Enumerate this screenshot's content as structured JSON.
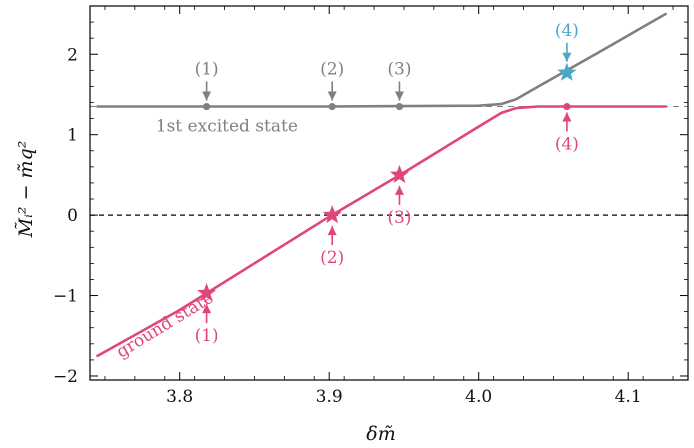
{
  "colors": {
    "ground": "#e0457b",
    "excited": "#808080",
    "highlight": "#4ba6c7",
    "frame": "#000000",
    "refline": "#000000"
  },
  "chart_data": {
    "type": "line",
    "xlabel": "δm̃",
    "ylabel": "M̃ᵢ² − m̃q²",
    "xlim": [
      3.74,
      4.14
    ],
    "ylim": [
      -2.05,
      2.6
    ],
    "xticks": [
      {
        "value": 3.8,
        "label": "3.8"
      },
      {
        "value": 3.9,
        "label": "3.9"
      },
      {
        "value": 4.0,
        "label": "4.0"
      },
      {
        "value": 4.1,
        "label": "4.1"
      }
    ],
    "yticks": [
      {
        "value": -2,
        "label": "−2"
      },
      {
        "value": -1,
        "label": "−1"
      },
      {
        "value": 0,
        "label": "0"
      },
      {
        "value": 1,
        "label": "1"
      },
      {
        "value": 2,
        "label": "2"
      }
    ],
    "series": [
      {
        "name": "ground state",
        "x": [
          3.745,
          3.8,
          3.9,
          3.95,
          4.0,
          4.015,
          4.025,
          4.04,
          4.08,
          4.125
        ],
        "y": [
          -1.75,
          -1.18,
          -0.02,
          0.53,
          1.1,
          1.27,
          1.33,
          1.35,
          1.35,
          1.35
        ]
      },
      {
        "name": "1st excited state",
        "x": [
          3.745,
          3.9,
          4.0,
          4.015,
          4.025,
          4.04,
          4.08,
          4.125
        ],
        "y": [
          1.35,
          1.35,
          1.36,
          1.38,
          1.44,
          1.6,
          2.02,
          2.5
        ]
      }
    ],
    "reference_lines": [
      {
        "y": 0
      },
      {
        "y": 1.35
      }
    ],
    "markers": [
      {
        "series": "ground state",
        "x": 3.818,
        "y": -0.97,
        "shape": "star",
        "label": "(1)",
        "arrow": "below"
      },
      {
        "series": "ground state",
        "x": 3.902,
        "y": 0.0,
        "shape": "star",
        "label": "(2)",
        "arrow": "below"
      },
      {
        "series": "ground state",
        "x": 3.947,
        "y": 0.5,
        "shape": "star",
        "label": "(3)",
        "arrow": "below"
      },
      {
        "series": "ground state",
        "x": 4.059,
        "y": 1.35,
        "shape": "dot",
        "label": "(4)",
        "arrow": "below"
      },
      {
        "series": "1st excited state",
        "x": 3.818,
        "y": 1.35,
        "shape": "dot",
        "label": "(1)",
        "arrow": "above"
      },
      {
        "series": "1st excited state",
        "x": 3.902,
        "y": 1.35,
        "shape": "dot",
        "label": "(2)",
        "arrow": "above"
      },
      {
        "series": "1st excited state",
        "x": 3.947,
        "y": 1.35,
        "shape": "dot",
        "label": "(3)",
        "arrow": "above"
      },
      {
        "series": "1st excited state",
        "x": 4.059,
        "y": 1.77,
        "shape": "star",
        "label": "(4)",
        "arrow": "above",
        "highlight": true
      }
    ],
    "annotations": [
      {
        "text": "1st excited state",
        "series": "1st excited state"
      },
      {
        "text": "ground state",
        "series": "ground state"
      }
    ]
  }
}
